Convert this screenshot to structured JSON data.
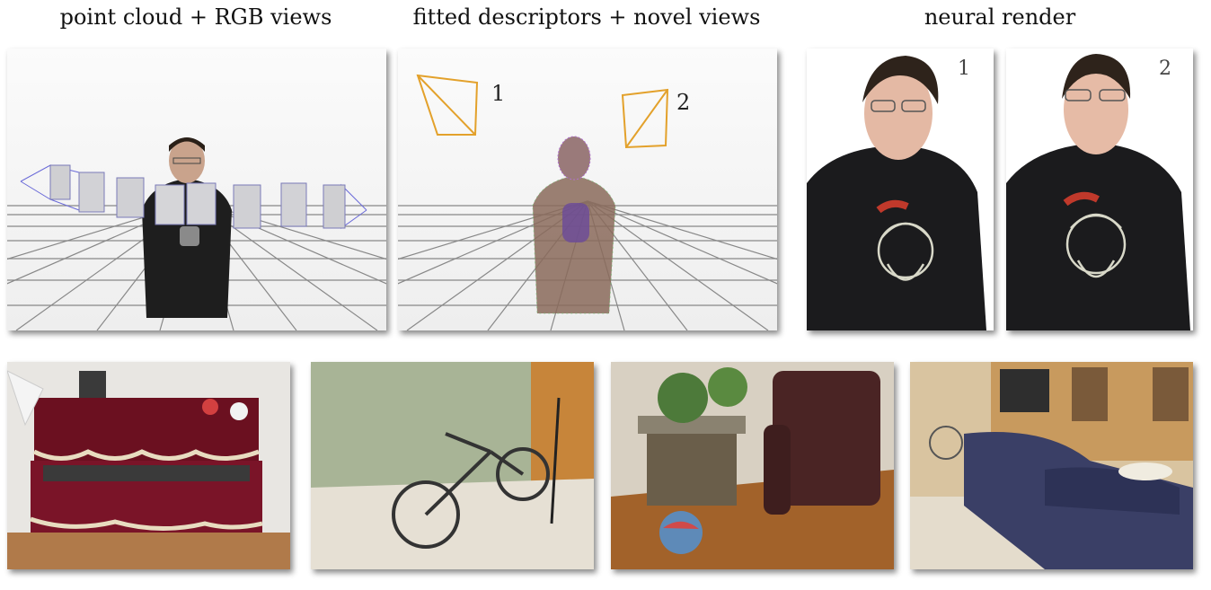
{
  "headings": {
    "left": "point cloud + RGB views",
    "middle": "fitted descriptors + novel views",
    "right": "neural render"
  },
  "camera_labels": [
    "1",
    "2"
  ],
  "render_labels": [
    "1",
    "2"
  ],
  "colors": {
    "camera_frustum": "#e3a12b",
    "input_frustum": "#6a6ad8",
    "floor_grid": "#8a8a8a",
    "sweater": "#1a1a1a"
  }
}
